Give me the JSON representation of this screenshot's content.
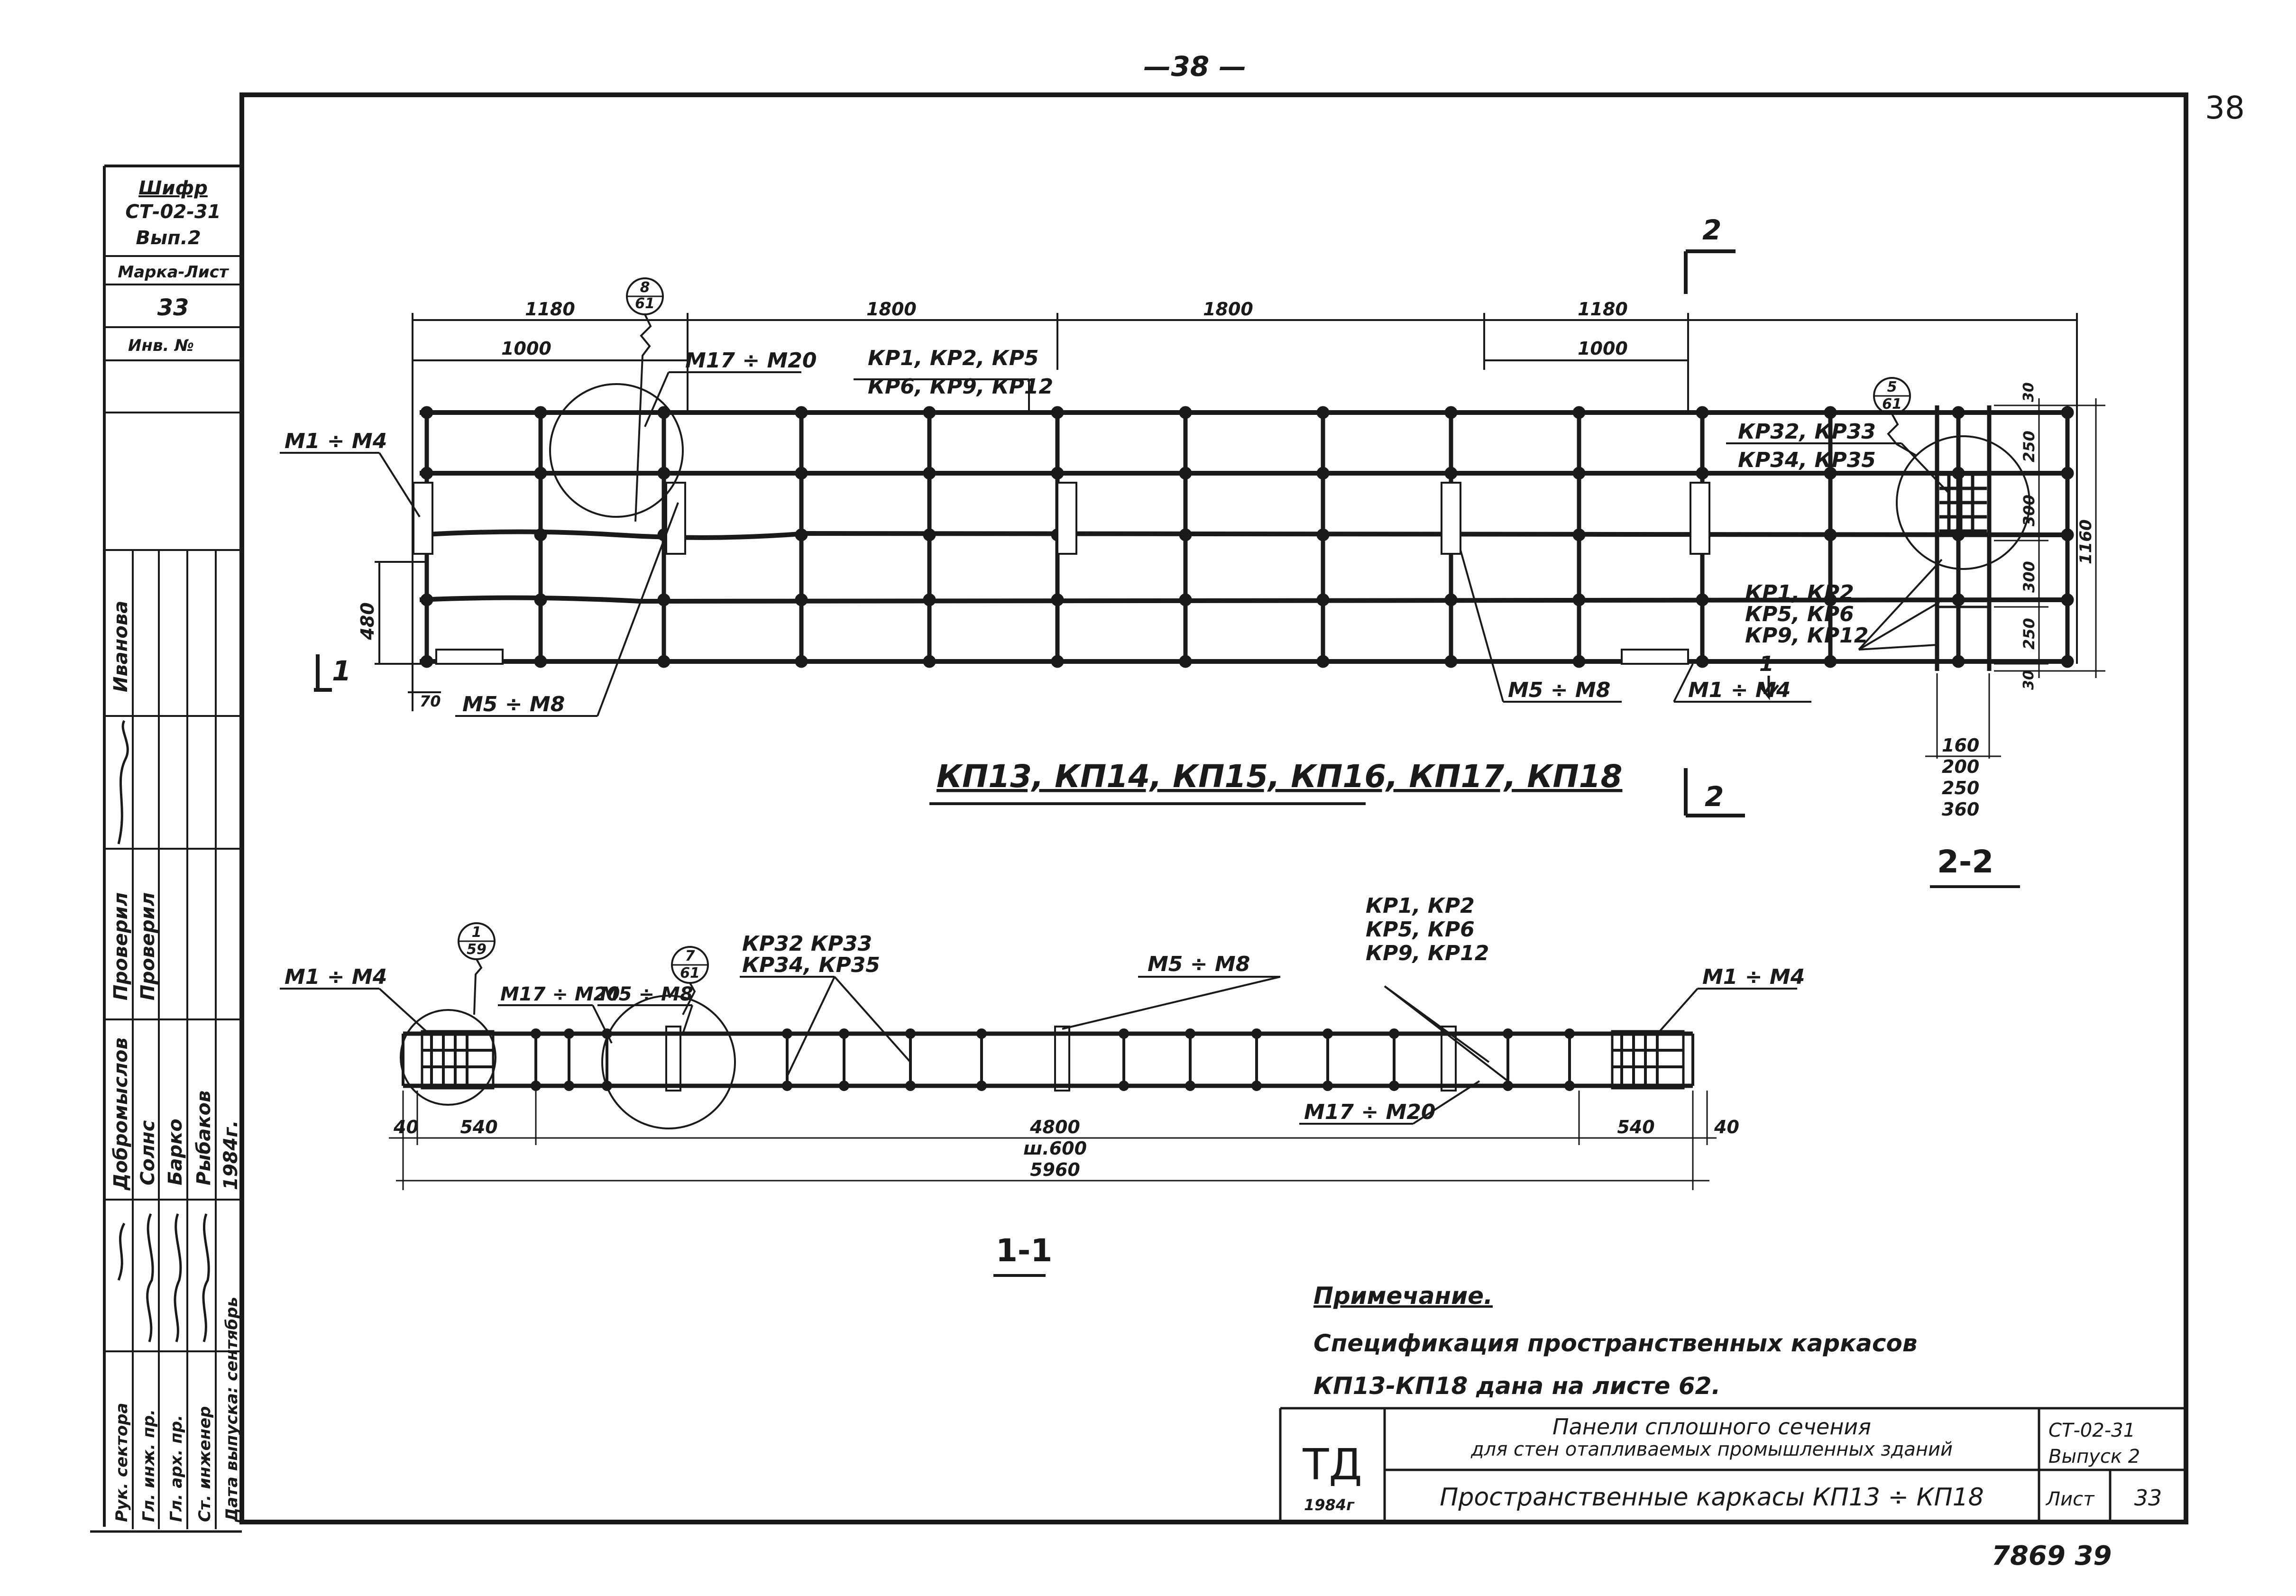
{
  "page": {
    "top_number": "—38 —",
    "corner_number": "38",
    "bottom_number": "7869 39"
  },
  "side_stamp": {
    "code_label": "Шифр",
    "code": "СТ-02-31",
    "issue": "Вып.2",
    "mark_sheet_label": "Марка-Лист",
    "mark_sheet_value": "33",
    "inv_label": "Инв. №",
    "names": [
      "Иванова",
      "Проверил",
      "Проверил",
      "Добромыслов",
      "Солнс",
      "Барко",
      "Рыбаков",
      "1984г."
    ],
    "roles": [
      "Рук. сектора",
      "Гл. инж. пр.",
      "Гл. арх. пр.",
      "Ст. инженер",
      "Дата выпуска: сентябрь"
    ]
  },
  "elevation": {
    "dims_top": [
      "1180",
      "1800",
      "1800",
      "1180"
    ],
    "dims_second": [
      "1000",
      "1000"
    ],
    "dim_height": "480",
    "dim_offset": "70",
    "callout_detail": {
      "top": "8",
      "bottom": "61"
    },
    "label_m17_m20": "М17 ÷ М20",
    "label_kr_1": "КР1, КР2, КР5",
    "label_kr_2": "КР6, КР9, КР12",
    "label_m1_m4_left": "М1 ÷ М4",
    "label_m5_m8_left": "М5 ÷ М8",
    "label_m5_m8_right": "М5 ÷ М8",
    "label_m1_m4_right": "М1 ÷ М4",
    "section_mark_1": "1",
    "section_mark_2": "2",
    "caption": "КП13, КП14, КП15, КП16, КП17, КП18"
  },
  "section_2_2": {
    "callout_detail": {
      "top": "5",
      "bottom": "61"
    },
    "label_kr32_1": "КР32, КР33",
    "label_kr32_2": "КР34, КР35",
    "label_kr1_1": "КР1, КР2",
    "label_kr1_2": "КР5, КР6",
    "label_kr1_3": "КР9, КР12",
    "section_mark": "1",
    "dims_vertical": [
      "30",
      "250",
      "300",
      "300",
      "250",
      "30"
    ],
    "dim_total": "1160",
    "widths": [
      "160",
      "200",
      "250",
      "360"
    ],
    "title": "2-2"
  },
  "section_1_1": {
    "callout_1": {
      "top": "1",
      "bottom": "59"
    },
    "callout_2": {
      "top": "7",
      "bottom": "61"
    },
    "label_m1_m4_left": "М1 ÷ М4",
    "label_m17_m20_left": "М17 ÷ М20",
    "label_m5_m8_left": "М5 ÷ М8",
    "label_kr32_1": "КР32 КР33",
    "label_kr32_2": "КР34, КР35",
    "label_m5_m8_mid": "М5 ÷ М8",
    "label_kr_1": "КР1, КР2",
    "label_kr_2": "КР5, КР6",
    "label_kr_3": "КР9, КР12",
    "label_m1_m4_right": "М1 ÷ М4",
    "label_m17_m20_right": "М17 ÷ М20",
    "dim_40_left": "40",
    "dim_540_left": "540",
    "dim_4800": "4800",
    "dim_step": "ш.600",
    "dim_5960": "5960",
    "dim_540_right": "540",
    "dim_40_right": "40",
    "title": "1-1"
  },
  "note": {
    "heading": "Примечание.",
    "line1": "Спецификация пространственных каркасов",
    "line2": "КП13-КП18 дана на листе 62."
  },
  "title_block": {
    "logo": "ТД",
    "year": "1984г",
    "project_line1": "Панели сплошного сечения",
    "project_line2": "для стен отапливаемых промышленных зданий",
    "sheet_title": "Пространственные каркасы КП13 ÷ КП18",
    "code": "СТ-02-31",
    "issue": "Выпуск 2",
    "sheet_label": "Лист",
    "sheet_number": "33"
  }
}
